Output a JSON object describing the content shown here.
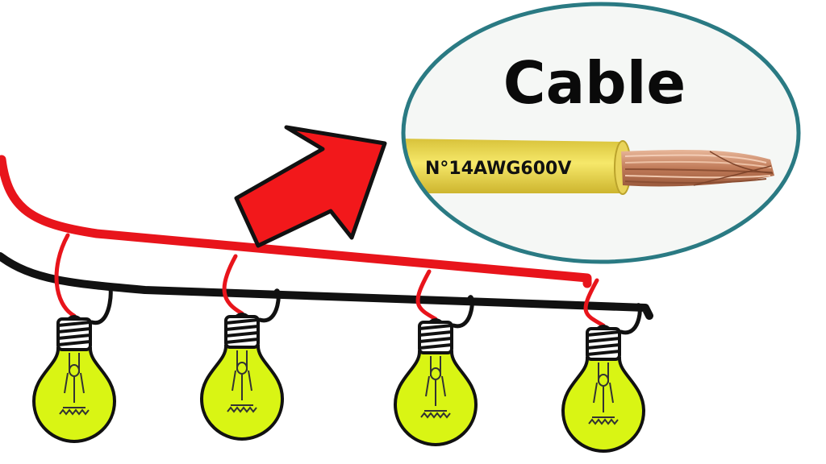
{
  "callout": {
    "title": "Cable",
    "wire_label": "N°14AWG600V"
  },
  "bulbs": {
    "count": 4
  },
  "colors": {
    "live_wire": "#e8141b",
    "neutral_wire": "#111111",
    "bulb_glass": "#d9f514",
    "callout_border": "#2a7a83",
    "callout_fill": "#f5f7f5",
    "insulation": "#f2e04a",
    "copper": "#c98a6a",
    "arrow": "#f2181b"
  }
}
